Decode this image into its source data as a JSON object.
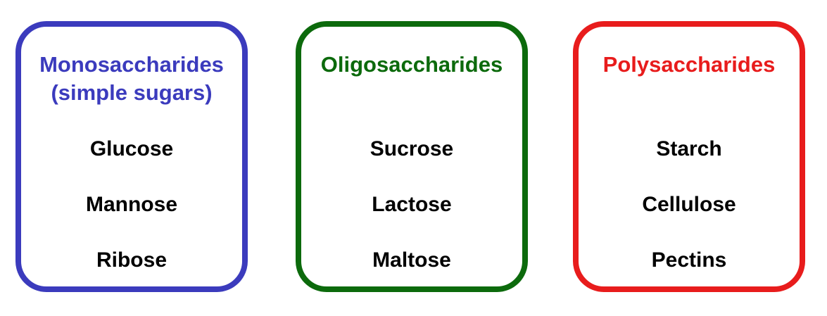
{
  "cards": [
    {
      "title": "Monosaccharides\n(simple sugars)",
      "color": "#3b3bbd",
      "items": [
        "Glucose",
        "Mannose",
        "Ribose"
      ]
    },
    {
      "title": "Oligosaccharides",
      "color": "#0c6a0c",
      "items": [
        "Sucrose",
        "Lactose",
        "Maltose"
      ]
    },
    {
      "title": "Polysaccharides",
      "color": "#e81c1c",
      "items": [
        "Starch",
        "Cellulose",
        "Pectins"
      ]
    }
  ]
}
